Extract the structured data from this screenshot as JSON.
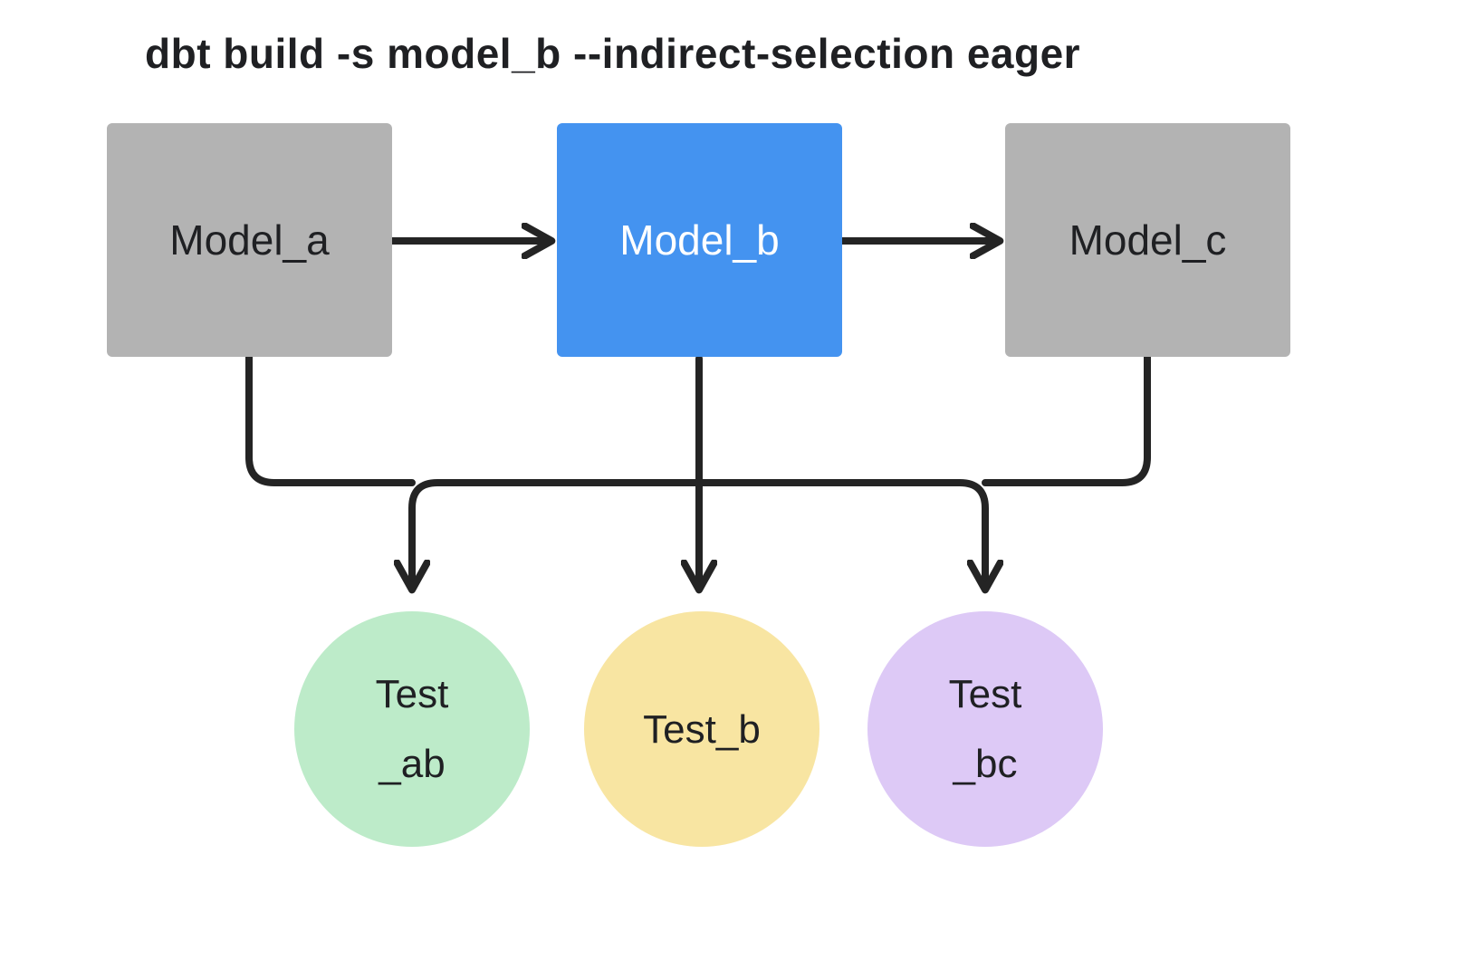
{
  "title": "dbt build -s model_b --indirect-selection eager",
  "colors": {
    "canvas_bg": "#ffffff",
    "model_gray": "#b3b3b3",
    "model_blue": "#4493f0",
    "test_green": "#bdebc9",
    "test_yellow": "#f8e5a2",
    "test_purple": "#ddc9f6",
    "edge": "#242424",
    "text_dark": "#1f2023",
    "text_on_blue": "#ffffff"
  },
  "nodes": {
    "model_a": {
      "label": "Model_a"
    },
    "model_b": {
      "label": "Model_b"
    },
    "model_c": {
      "label": "Model_c"
    },
    "test_ab": {
      "line1": "Test",
      "line2": "_ab"
    },
    "test_b": {
      "label": "Test_b"
    },
    "test_bc": {
      "line1": "Test",
      "line2": "_bc"
    }
  }
}
